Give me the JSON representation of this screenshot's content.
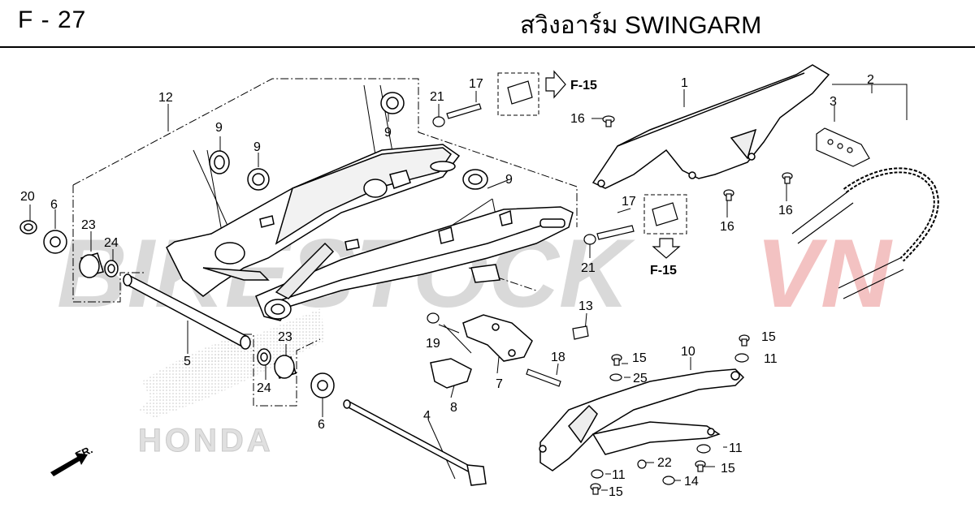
{
  "header": {
    "page_code": "F - 27",
    "title": "สวิงอาร์ม  SWINGARM"
  },
  "watermark": {
    "text_a": "BIKESTOCK",
    "text_b": "VN",
    "color_a": "#d9d9d9",
    "color_b": "#f3c2c2"
  },
  "brand_logo": {
    "text": "HONDA"
  },
  "front_arrow": {
    "label": "FR."
  },
  "refs": {
    "ref_top": "F-15",
    "ref_mid": "F-15"
  },
  "callouts": {
    "c1": "1",
    "c2": "2",
    "c3": "3",
    "c4": "4",
    "c5": "5",
    "c6a": "6",
    "c6b": "6",
    "c7": "7",
    "c8": "8",
    "c9a": "9",
    "c9b": "9",
    "c9c": "9",
    "c9d": "9",
    "c10": "10",
    "c11a": "11",
    "c11b": "11",
    "c11c": "11",
    "c12": "12",
    "c13": "13",
    "c14": "14",
    "c15a": "15",
    "c15b": "15",
    "c15c": "15",
    "c15d": "15",
    "c16a": "16",
    "c16b": "16",
    "c16c": "16",
    "c17a": "17",
    "c17b": "17",
    "c18": "18",
    "c19": "19",
    "c20": "20",
    "c21a": "21",
    "c21b": "21",
    "c22": "22",
    "c23a": "23",
    "c23b": "23",
    "c24a": "24",
    "c24b": "24",
    "c25": "25"
  }
}
